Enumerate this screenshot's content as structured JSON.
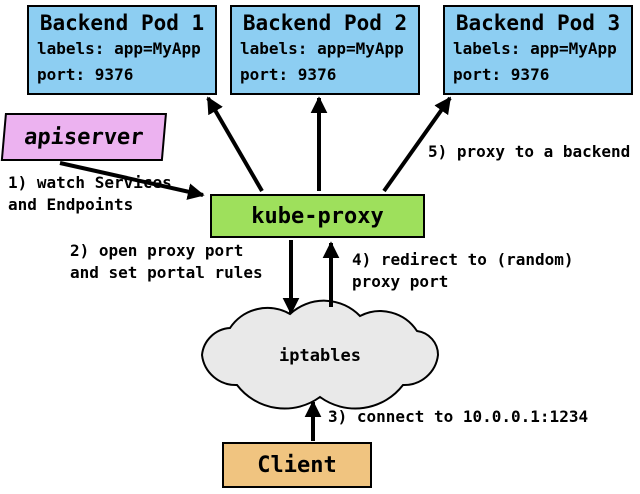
{
  "diagram": {
    "pods": [
      {
        "title": "Backend Pod 1",
        "labels_line": "labels: app=MyApp",
        "port_line": "port: 9376"
      },
      {
        "title": "Backend Pod 2",
        "labels_line": "labels: app=MyApp",
        "port_line": "port: 9376"
      },
      {
        "title": "Backend Pod 3",
        "labels_line": "labels: app=MyApp",
        "port_line": "port: 9376"
      }
    ],
    "apiserver_label": "apiserver",
    "kube_proxy_label": "kube-proxy",
    "iptables_label": "iptables",
    "client_label": "Client",
    "steps": {
      "step1_line1": "1) watch Services",
      "step1_line2": "and Endpoints",
      "step2_line1": "2) open proxy port",
      "step2_line2": "and set portal rules",
      "step3_line1": "3) connect to 10.0.0.1:1234",
      "step4_line1": "4) redirect to (random)",
      "step4_line2": "proxy port",
      "step5_line1": "5) proxy to a backend"
    },
    "colors": {
      "pod_fill": "#8DCEF2",
      "apiserver_fill": "#ECB2F0",
      "kube_proxy_fill": "#9EE05C",
      "cloud_fill": "#E9E9E9",
      "client_fill": "#F0C480",
      "arrow": "#000000"
    }
  }
}
